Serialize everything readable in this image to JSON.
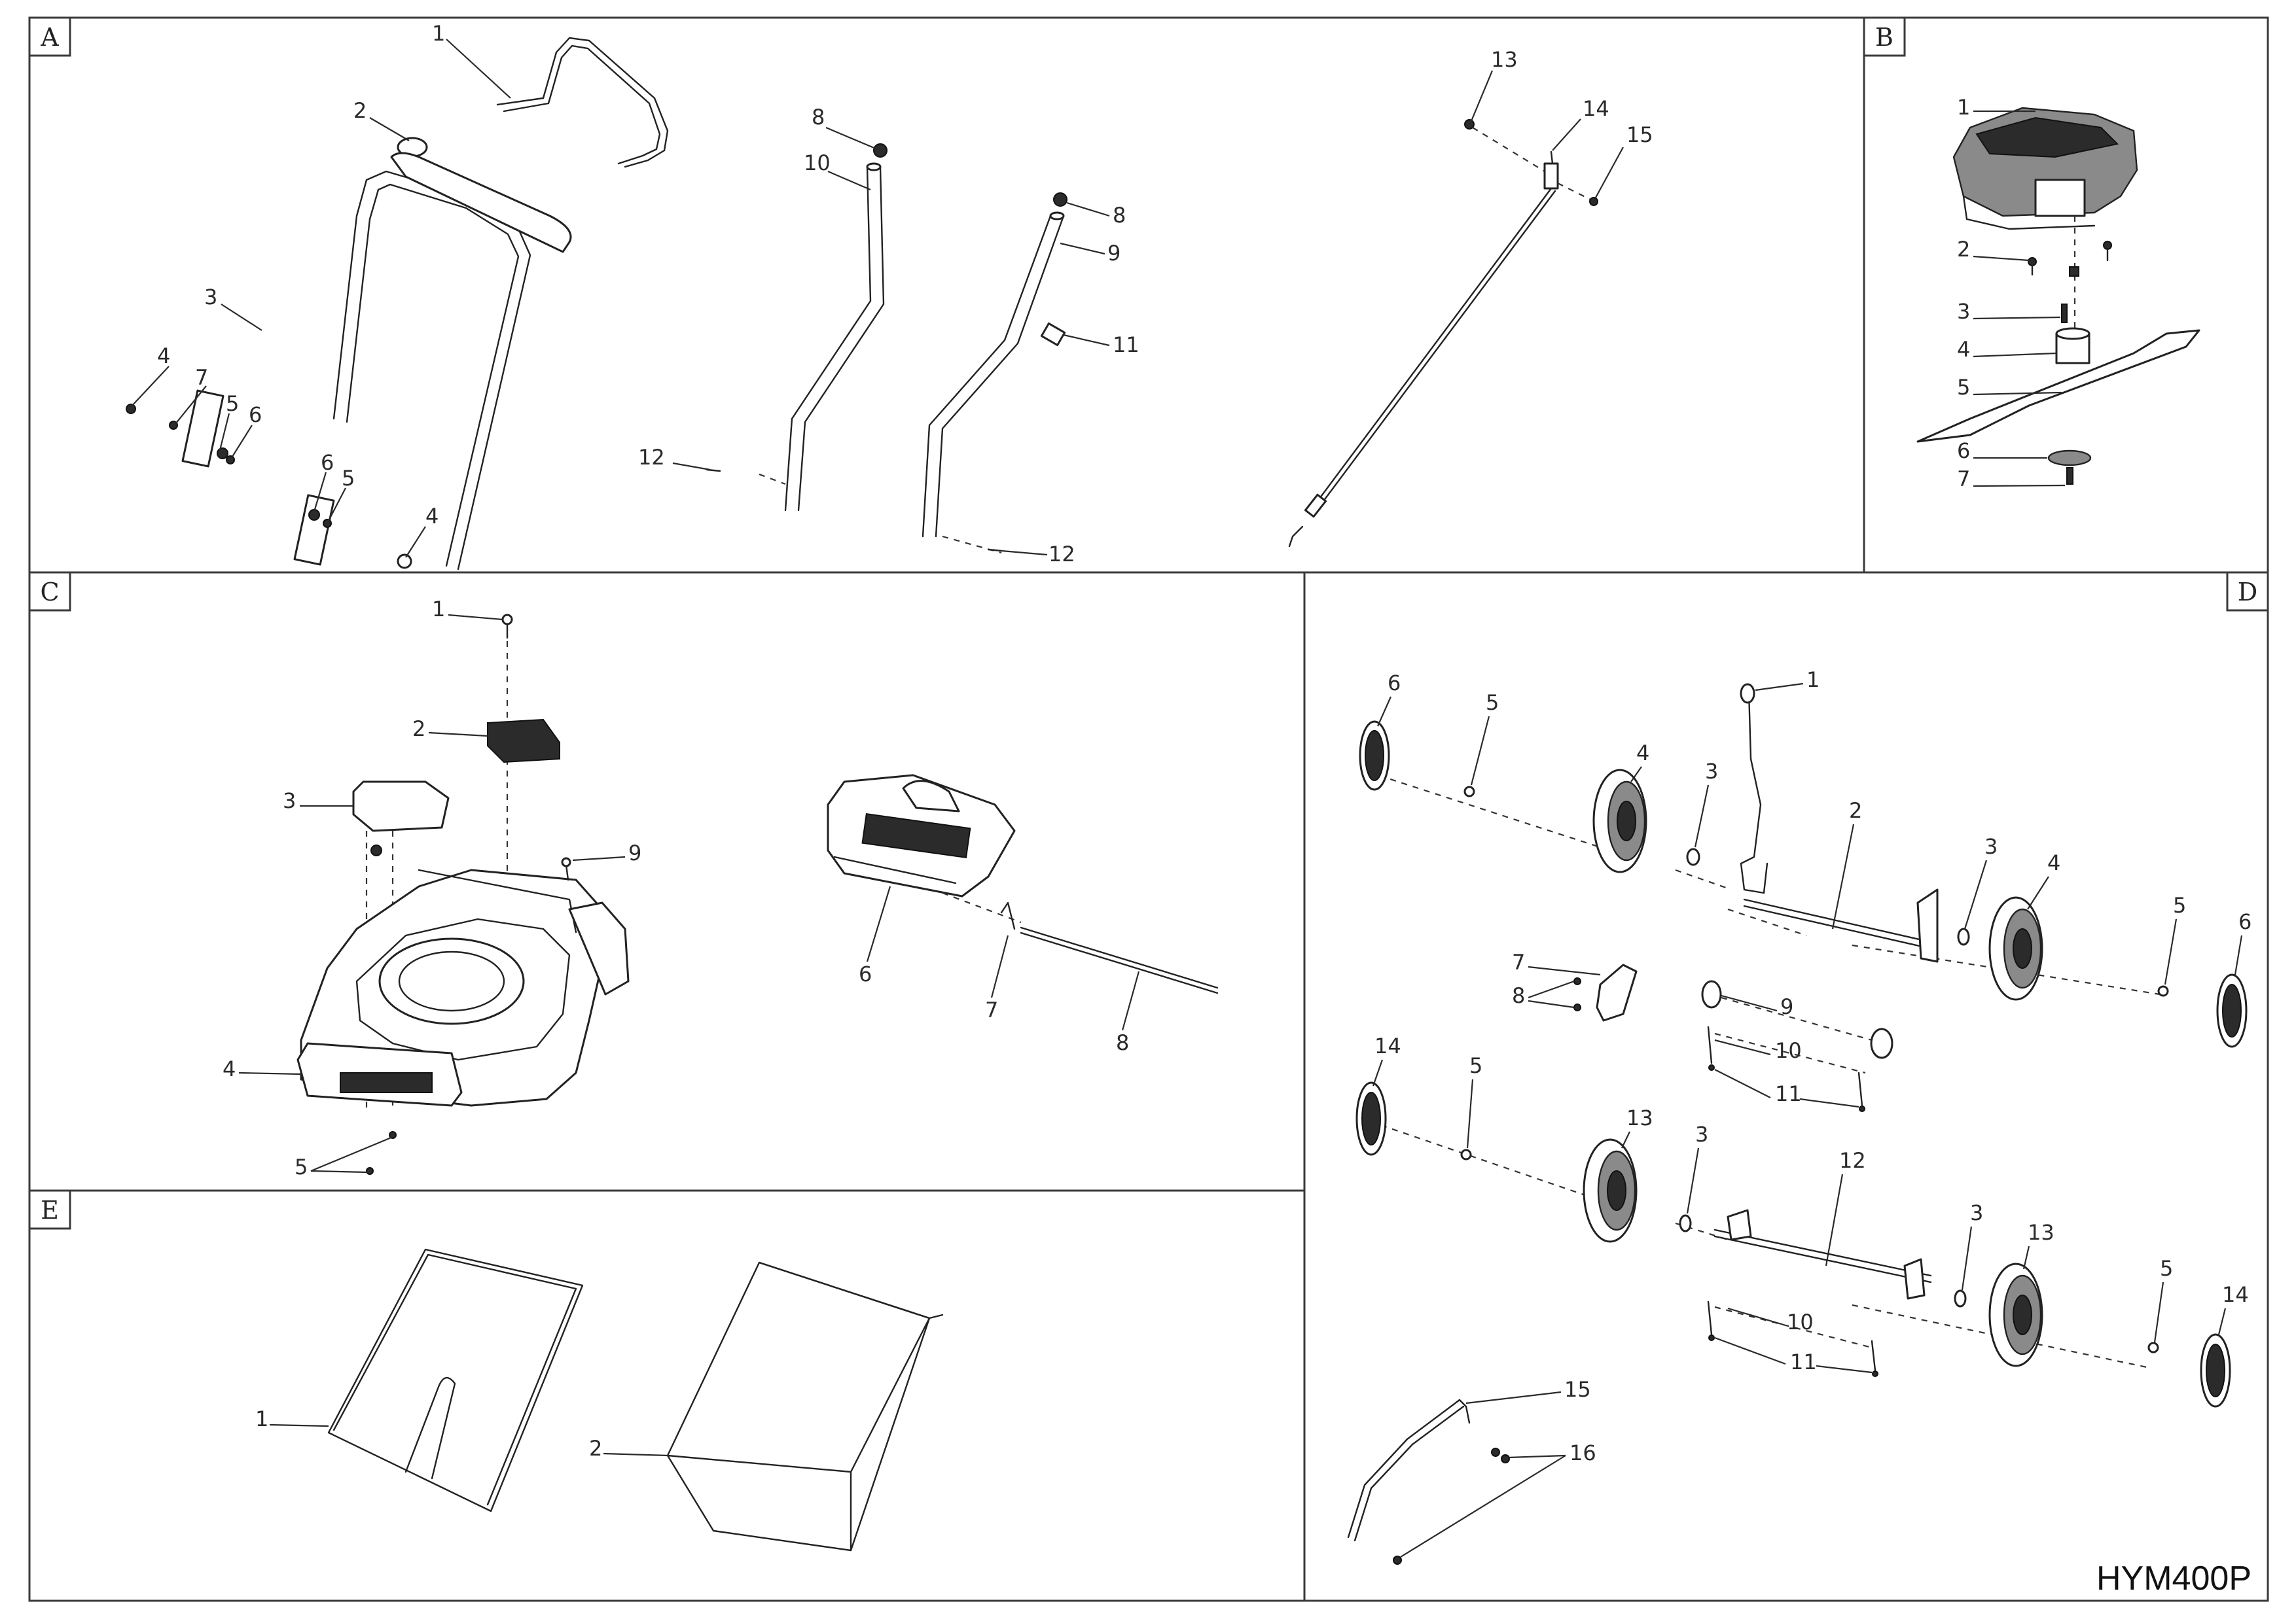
{
  "sections": {
    "A": {
      "tag": "A",
      "callouts": [
        "1",
        "2",
        "3",
        "4",
        "7",
        "5",
        "6",
        "6",
        "5",
        "4",
        "8",
        "10",
        "12",
        "8",
        "9",
        "11",
        "12",
        "13",
        "14",
        "15"
      ]
    },
    "B": {
      "tag": "B",
      "callouts": [
        "1",
        "2",
        "3",
        "4",
        "5",
        "6",
        "7"
      ]
    },
    "C": {
      "tag": "C",
      "callouts": [
        "1",
        "2",
        "3",
        "9",
        "4",
        "5",
        "6",
        "7",
        "8"
      ]
    },
    "D": {
      "tag": "D",
      "callouts": [
        "6",
        "5",
        "4",
        "3",
        "1",
        "2",
        "3",
        "4",
        "5",
        "6",
        "7",
        "8",
        "9",
        "10",
        "11",
        "14",
        "5",
        "13",
        "3",
        "12",
        "3",
        "13",
        "5",
        "14",
        "10",
        "11",
        "15",
        "16"
      ]
    },
    "E": {
      "tag": "E",
      "callouts": [
        "1",
        "2"
      ]
    }
  },
  "model": "HYM400P"
}
